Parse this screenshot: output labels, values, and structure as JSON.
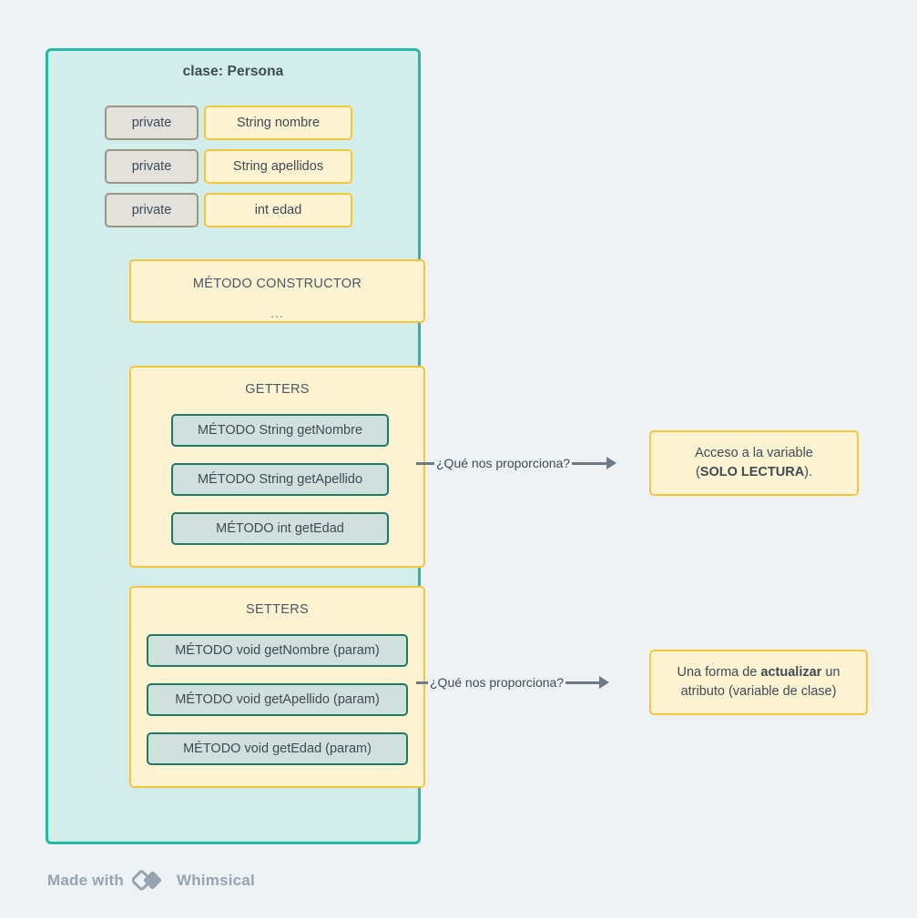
{
  "diagram": {
    "class_box": {
      "title": "clase: Persona",
      "attributes": [
        {
          "modifier": "private",
          "declaration": "String nombre"
        },
        {
          "modifier": "private",
          "declaration": "String apellidos"
        },
        {
          "modifier": "private",
          "declaration": "int edad"
        }
      ],
      "constructor": {
        "title": "MÉTODO CONSTRUCTOR",
        "body": "..."
      },
      "getters": {
        "title": "GETTERS",
        "methods": [
          "MÉTODO String getNombre",
          "MÉTODO String getApellido",
          "MÉTODO int getEdad"
        ]
      },
      "setters": {
        "title": "SETTERS",
        "methods": [
          "MÉTODO void getNombre (param)",
          "MÉTODO void getApellido (param)",
          "MÉTODO void getEdad (param)"
        ]
      }
    },
    "connectors": [
      {
        "label": "¿Qué nos proporciona?"
      },
      {
        "label": "¿Qué nos proporciona?"
      }
    ],
    "callouts": [
      {
        "line1_pre": "Acceso a la variable",
        "line2_pre": "(",
        "line2_bold": "SOLO LECTURA",
        "line2_post": ")."
      },
      {
        "line1_pre": "Una forma de ",
        "line1_bold": "actualizar",
        "line1_post": " un",
        "line2_pre": "atributo (variable de clase)"
      }
    ]
  },
  "footer": {
    "made_with": "Made with",
    "brand": "Whimsical",
    "logo_icon": "whimsical-diamond-logo"
  },
  "colors": {
    "page_background": "#eef2f5",
    "class_fill": "#d2eeea",
    "class_border": "#25b8a5",
    "modifier_fill": "#e3e1dc",
    "modifier_border": "#9e9384",
    "yellow_fill": "#fdf2d2",
    "yellow_border": "#f5c63c",
    "method_fill": "#cfe0dd",
    "method_border": "#1f7a63",
    "connector": "#6b7a85",
    "text": "#3d4b55",
    "footer_text": "#97a3af"
  }
}
